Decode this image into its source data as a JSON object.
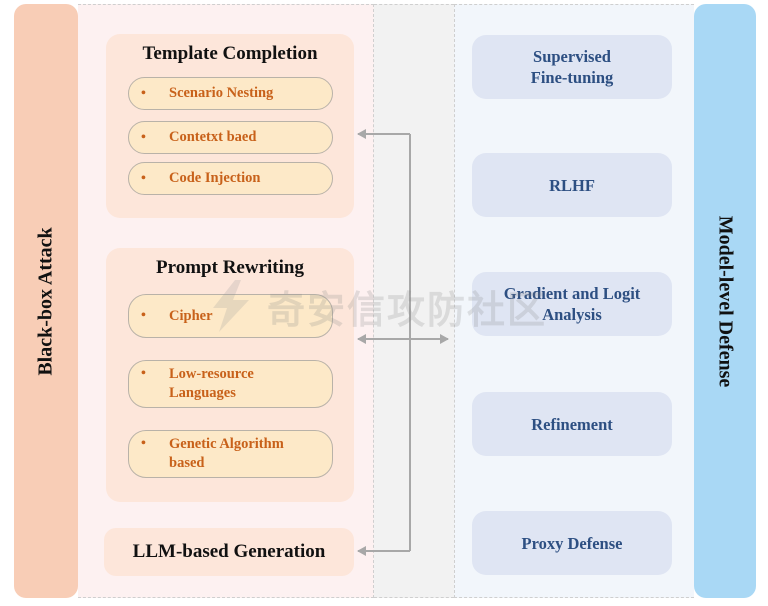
{
  "left_strip": {
    "title": "Black-box Attack"
  },
  "right_strip": {
    "title": "Model-level Defense"
  },
  "attack": {
    "template_completion": {
      "title": "Template Completion",
      "items": [
        "Scenario Nesting",
        "Contetxt baed",
        "Code Injection"
      ]
    },
    "prompt_rewriting": {
      "title": "Prompt Rewriting",
      "items": [
        "Cipher",
        "Low-resource\nLanguages",
        "Genetic Algorithm\nbased"
      ]
    },
    "llm_generation": {
      "title": "LLM-based Generation"
    },
    "bullet": "•"
  },
  "defense": {
    "items": [
      "Supervised\nFine-tuning",
      "RLHF",
      "Gradient and Logit\nAnalysis",
      "Refinement",
      "Proxy Defense"
    ]
  },
  "watermark": {
    "text": "奇安信攻防社区"
  },
  "colors": {
    "attack_strip": "#f8cdb6",
    "defense_strip": "#a9d8f5",
    "pill_text": "#c8611a",
    "defense_text": "#2d4f82",
    "arrow": "#a8a8a8"
  }
}
